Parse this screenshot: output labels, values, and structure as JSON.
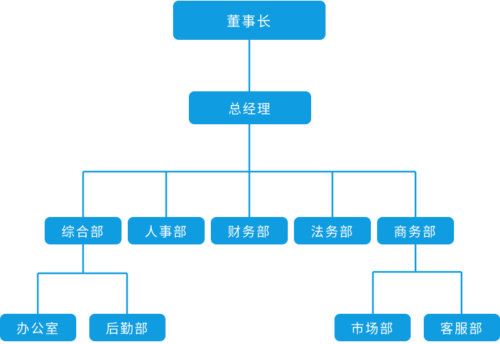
{
  "org_chart": {
    "chairman": "董事长",
    "general_manager": "总经理",
    "departments": {
      "general_dept": "综合部",
      "hr_dept": "人事部",
      "finance_dept": "财务部",
      "legal_dept": "法务部",
      "business_dept": "商务部"
    },
    "sub_departments": {
      "office": "办公室",
      "logistics": "后勤部",
      "market": "市场部",
      "customer_service": "客服部"
    },
    "colors": {
      "node_fill": "#109ce0",
      "node_text": "#ffffff",
      "connector": "#109ce0"
    }
  }
}
